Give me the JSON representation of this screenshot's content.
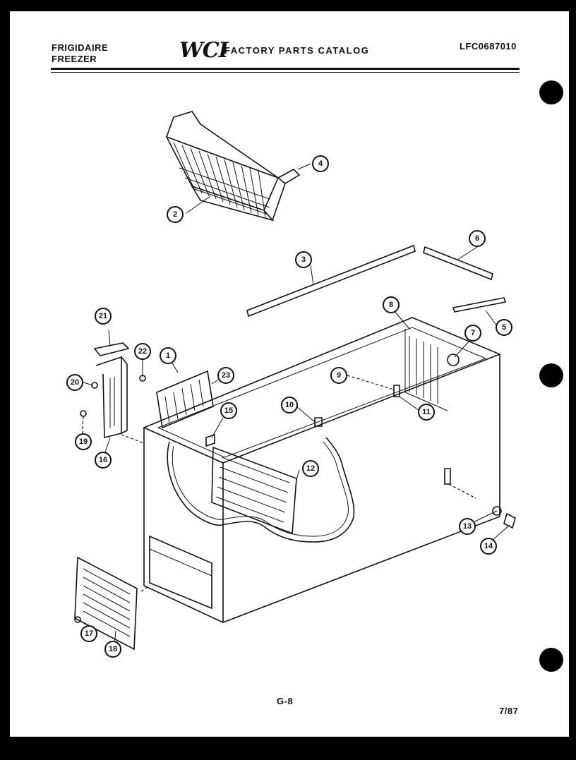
{
  "header": {
    "brand_line1": "FRIGIDAIRE",
    "brand_line2": "FREEZER",
    "logo_text": "WCI",
    "catalog_title": "FACTORY PARTS CATALOG",
    "model_number": "LFC0687010"
  },
  "footer": {
    "page_code": "G-8",
    "date": "7/87"
  },
  "callouts": [
    "1",
    "2",
    "3",
    "4",
    "5",
    "6",
    "7",
    "8",
    "9",
    "10",
    "11",
    "12",
    "13",
    "14",
    "15",
    "16",
    "17",
    "18",
    "19",
    "20",
    "21",
    "22",
    "23"
  ],
  "colors": {
    "ink": "#111111",
    "paper": "#ffffff",
    "border": "#000000"
  }
}
